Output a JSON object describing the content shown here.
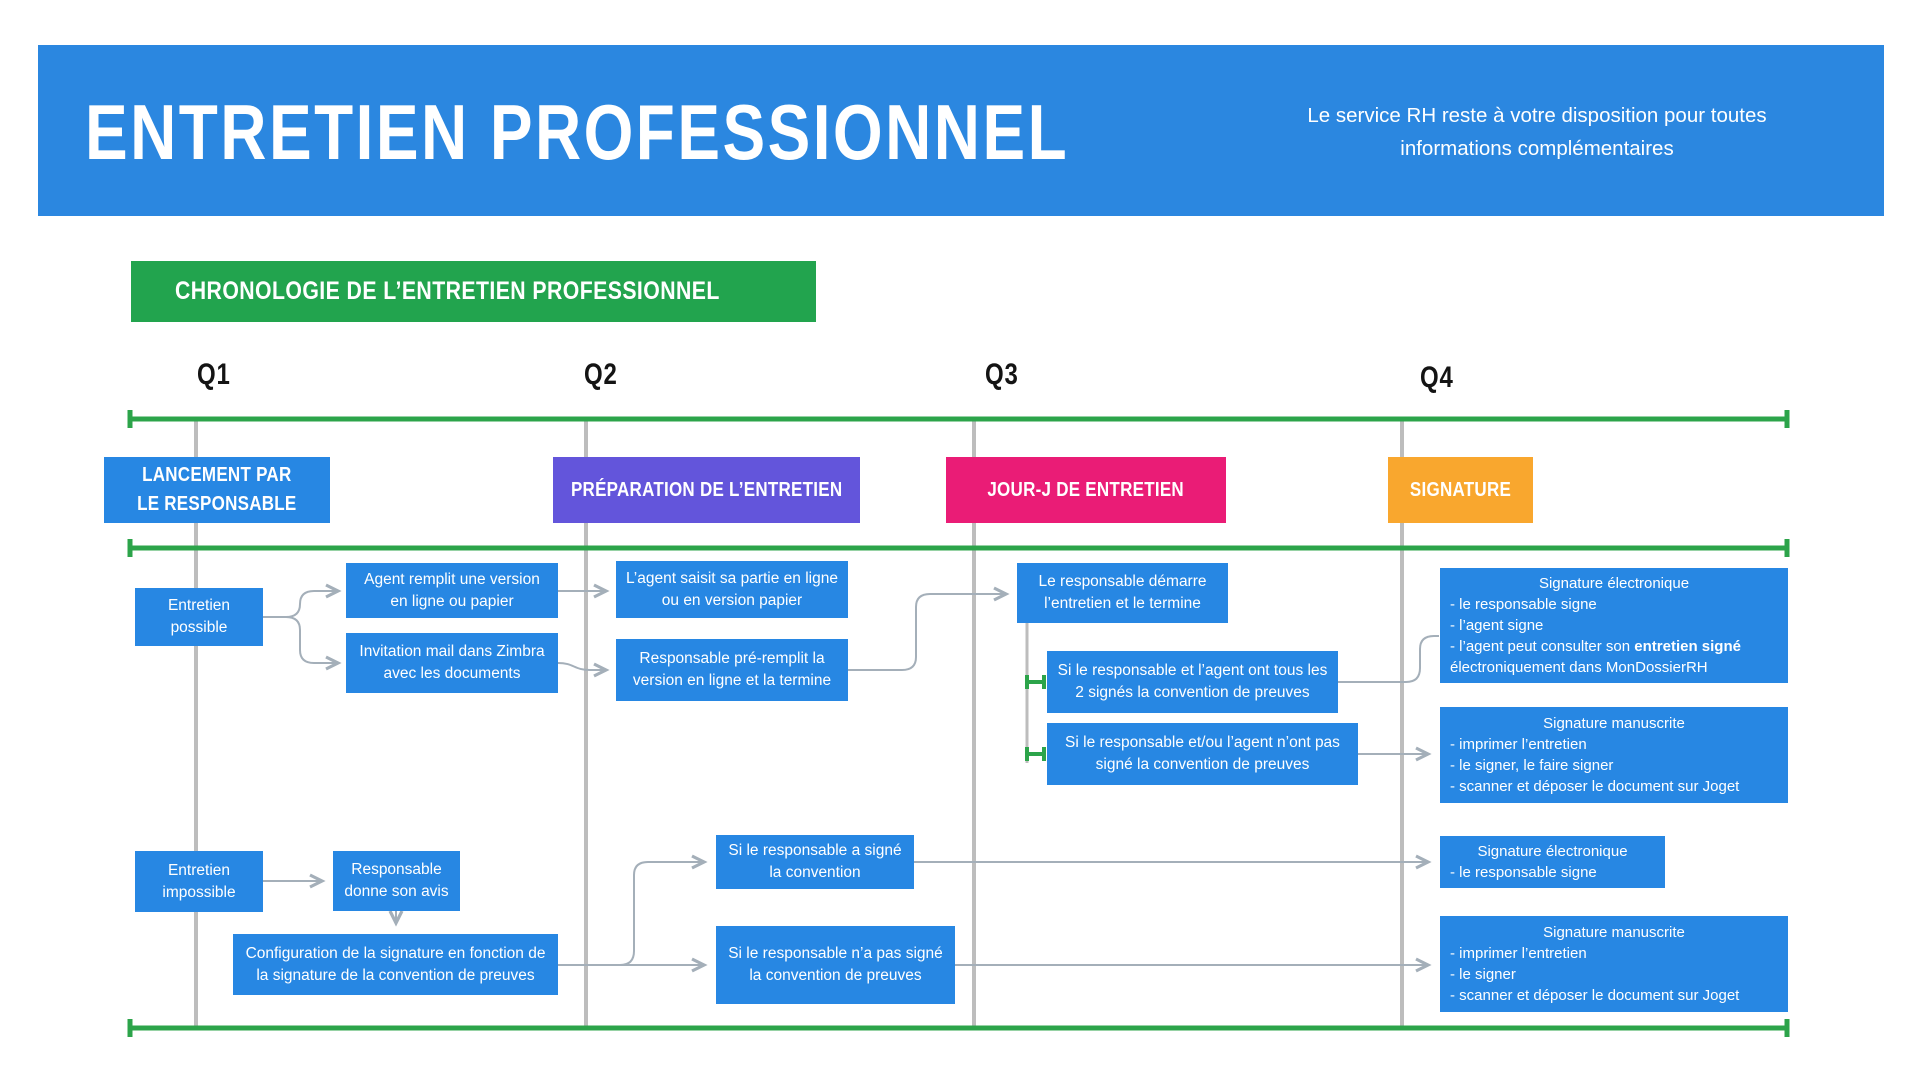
{
  "header": {
    "title": "ENTRETIEN PROFESSIONNEL",
    "note_line1": "Le service RH reste à votre disposition pour toutes",
    "note_line2": "informations complémentaires"
  },
  "section": {
    "title": "CHRONOLOGIE DE L’ENTRETIEN PROFESSIONNEL"
  },
  "quarters": {
    "q1": "Q1",
    "q2": "Q2",
    "q3": "Q3",
    "q4": "Q4"
  },
  "stages": {
    "launch_line1": "LANCEMENT PAR",
    "launch_line2": "LE RESPONSABLE",
    "preparation": "PRÉPARATION DE L’ENTRETIEN",
    "dday": "JOUR-J DE ENTRETIEN",
    "signature": "SIGNATURE"
  },
  "flow": {
    "entretien_possible_line1": "Entretien",
    "entretien_possible_line2": "possible",
    "agent_remplit": "Agent remplit une version en ligne ou papier",
    "invitation_mail": "Invitation mail dans Zimbra avec les documents",
    "agent_saisit": "L’agent saisit sa partie en ligne ou en version papier",
    "responsable_preremplit": "Responsable pré-remplit la version en ligne et la termine",
    "responsable_demarre": "Le responsable démarre l’entretien et le termine",
    "tous_signes": "Si le responsable et l’agent ont tous les 2 signés la convention de preuves",
    "pas_signes": "Si le responsable et/ou l’agent n’ont pas signé la convention de preuves",
    "sig_elec_complete": {
      "title": "Signature électronique",
      "item1": "- le responsable signe",
      "item2": "- l’agent signe",
      "item3_prefix": "- l’agent peut consulter son ",
      "item3_bold": "entretien signé",
      "item3_suffix": "électroniquement dans MonDossierRH"
    },
    "sig_manu_complete": {
      "title": "Signature manuscrite",
      "item1": "- imprimer l’entretien",
      "item2": "- le signer, le faire signer",
      "item3": "- scanner et déposer le document sur Joget"
    },
    "entretien_impossible_line1": "Entretien",
    "entretien_impossible_line2": "impossible",
    "responsable_avis_line1": "Responsable",
    "responsable_avis_line2": "donne son avis",
    "configuration": "Configuration de la signature en fonction de la signature de la convention de preuves",
    "resp_signe_line1": "Si le responsable a signé",
    "resp_signe_line2": "la convention",
    "resp_pas_signe_line1": "Si le responsable n’a pas signé",
    "resp_pas_signe_line2": "la convention de preuves",
    "sig_elec_simple": {
      "title": "Signature électronique",
      "item1": "- le responsable signe"
    },
    "sig_manu_simple": {
      "title": "Signature manuscrite",
      "item1": "- imprimer l’entretien",
      "item2": "- le signer",
      "item3": "- scanner et déposer le document sur Joget"
    }
  },
  "colors": {
    "header_blue": "#2B87E0",
    "box_blue": "#2787E3",
    "banner_green": "#22A44E",
    "line_green": "#2CA44A",
    "purple": "#6355DB",
    "pink": "#EA1C76",
    "orange": "#F9A72E",
    "connector_gray": "#A4AFB9",
    "timeline_gray": "#BDBDBD"
  }
}
